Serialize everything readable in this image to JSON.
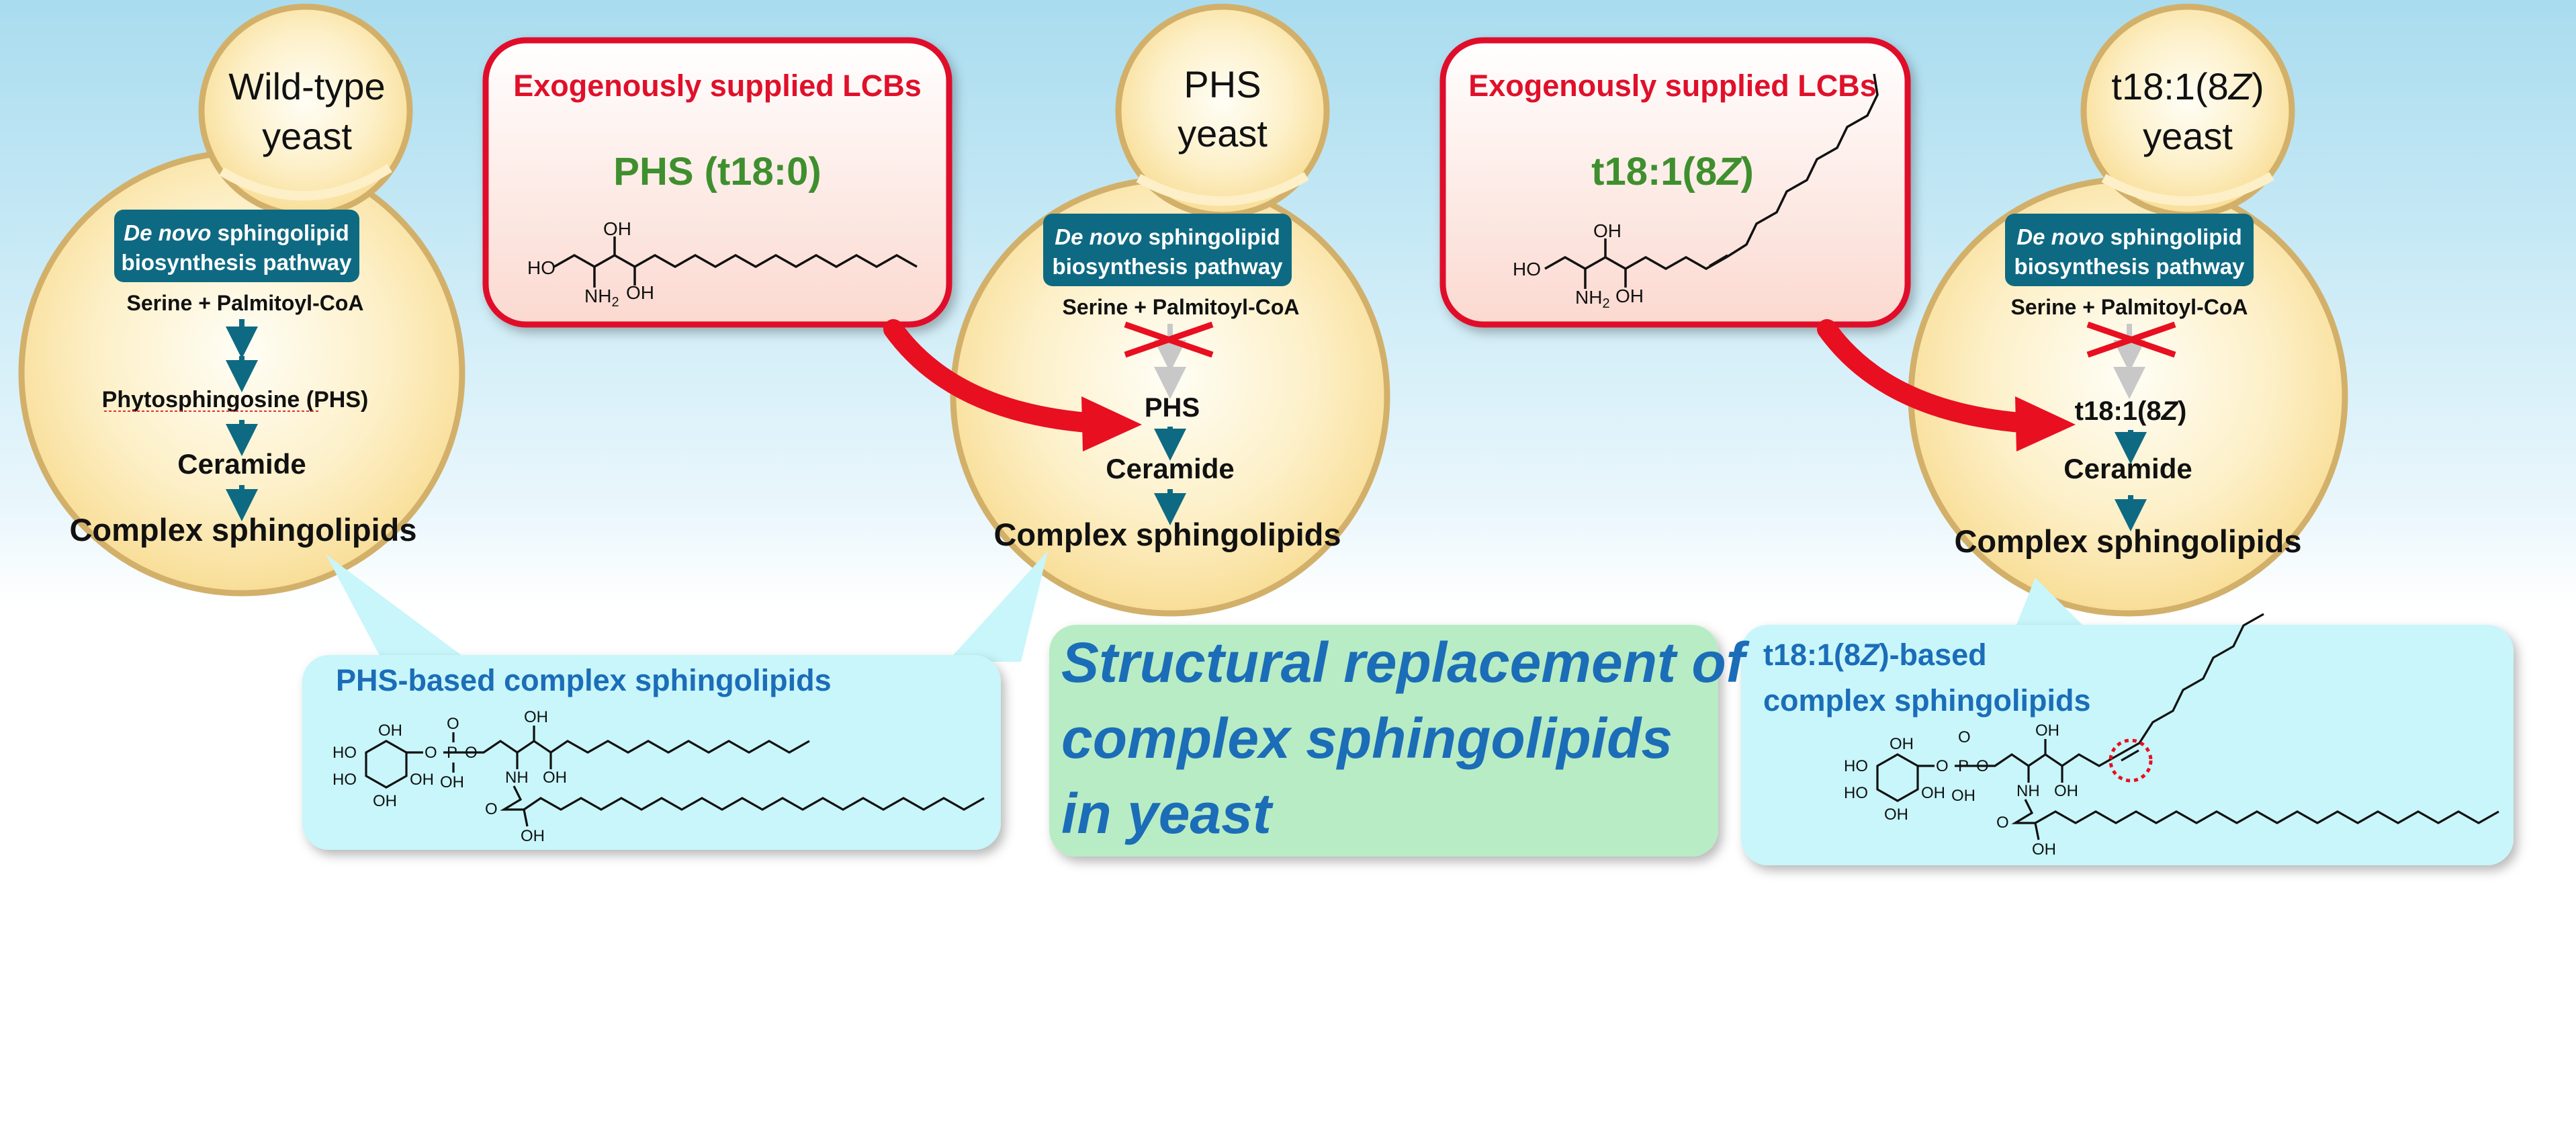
{
  "cells": [
    {
      "title_line1": "Wild-type",
      "title_line2": "yeast",
      "pathway_label": {
        "italic": "De novo",
        "line1_rest": " sphingolipid",
        "line2": "biosynthesis pathway"
      },
      "substrate": "Serine + Palmitoyl-CoA",
      "lcb": "Phytosphingosine (PHS)",
      "ceramide": "Ceramide",
      "complex": "Complex sphingolipids"
    },
    {
      "title_line1": "PHS",
      "title_line2": "yeast",
      "pathway_label": {
        "italic": "De novo",
        "line1_rest": " sphingolipid",
        "line2": "biosynthesis pathway"
      },
      "substrate": "Serine + Palmitoyl-CoA",
      "lcb": "PHS",
      "ceramide": "Ceramide",
      "complex": "Complex sphingolipids"
    },
    {
      "title_line1": "t18:1(8Z)",
      "title_line2": "yeast",
      "pathway_label": {
        "italic": "De novo",
        "line1_rest": " sphingolipid",
        "line2": "biosynthesis pathway"
      },
      "substrate": "Serine + Palmitoyl-CoA",
      "lcb": "t18:1(8Z)",
      "ceramide": "Ceramide",
      "complex": "Complex sphingolipids"
    }
  ],
  "supply_boxes": [
    {
      "heading": "Exogenously supplied LCBs",
      "compound": "PHS (t18:0)"
    },
    {
      "heading": "Exogenously supplied LCBs",
      "compound": "t18:1(8Z)"
    }
  ],
  "callouts": [
    {
      "title": "PHS-based complex sphingolipids"
    },
    {
      "title_line1": "t18:1(8Z)-based",
      "title_line2": "complex sphingolipids"
    }
  ],
  "conclusion": {
    "line1": "Structural replacement of",
    "line2": "complex sphingolipids",
    "line3": "in yeast"
  },
  "molecule_labels": {
    "HO": "HO",
    "OH": "OH",
    "NH2": "NH",
    "NH2_sub": "2",
    "NH": "NH",
    "O": "O",
    "P": "P"
  },
  "colors": {
    "cell_fill": "#fbe4a6",
    "cell_border": "#d2b06a",
    "pathway_box": "#0e6a82",
    "arrow_teal": "#0e6a82",
    "supply_border": "#e0102a",
    "supply_heading": "#e0102a",
    "compound_green": "#3f8f2e",
    "callout_fill": "#c8f6fa",
    "callout_title": "#1b6db8",
    "conclusion_fill": "#b8ecc4",
    "conclusion_text": "#1b6db8",
    "red_arrow": "#e80f20"
  }
}
